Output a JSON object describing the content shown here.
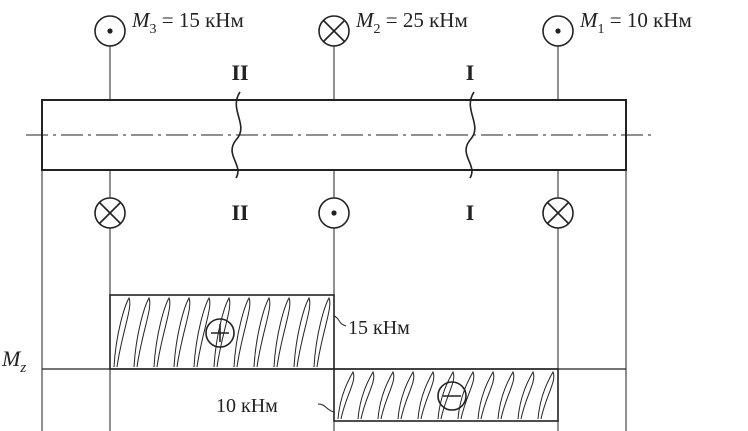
{
  "torques": [
    {
      "id": "M3",
      "symbol": "M",
      "subscript": "3",
      "text": " = 15 кНм",
      "top_mark": "dot",
      "bottom_mark": "cross"
    },
    {
      "id": "M2",
      "symbol": "M",
      "subscript": "2",
      "text": " = 25 кНм",
      "top_mark": "cross",
      "bottom_mark": "dot"
    },
    {
      "id": "M1",
      "symbol": "M",
      "subscript": "1",
      "text": " = 10 кНм",
      "top_mark": "dot",
      "bottom_mark": "cross"
    }
  ],
  "sections": {
    "upper_left": "II",
    "upper_right": "I",
    "lower_left": "II",
    "lower_right": "I"
  },
  "diagram": {
    "axis_symbol": "M",
    "axis_subscript": "z",
    "segments": [
      {
        "section": "II",
        "value": 15,
        "sign": "+",
        "label": "15 кНм"
      },
      {
        "section": "I",
        "value": -10,
        "sign": "−",
        "label": "10 кНм"
      }
    ]
  }
}
